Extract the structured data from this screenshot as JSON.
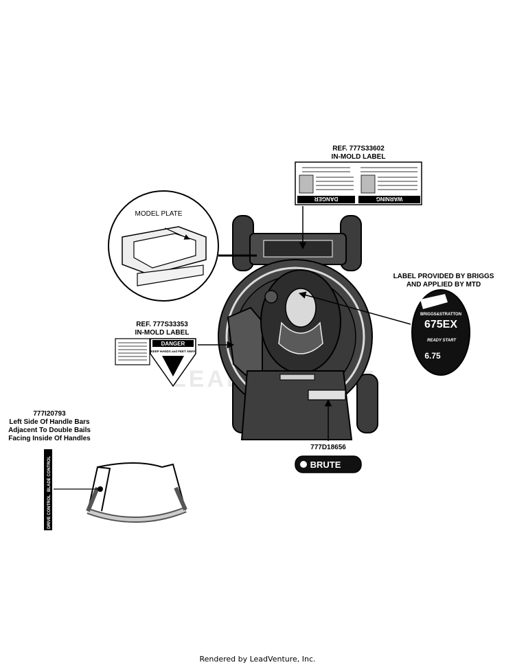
{
  "callouts": {
    "upper_label_ref": "REF. 777S33602",
    "upper_label_type": "IN-MOLD LABEL",
    "model_plate": "MODEL PLATE",
    "briggs_line1": "LABEL PROVIDED BY BRIGGS",
    "briggs_line2": "AND APPLIED BY MTD",
    "left_label_ref": "REF. 777S33353",
    "left_label_type": "IN-MOLD LABEL",
    "handle_part": "777I20793",
    "handle_line1": "Left Side Of Handle Bars",
    "handle_line2": "Adjacent To Double Bails",
    "handle_line3": "Facing Inside Of Handles",
    "brute_part": "777D18656"
  },
  "decals": {
    "danger_title": "DANGER",
    "danger_subtitle": "KEEP HANDS and FEET AWAY",
    "upper_danger": "DANGER",
    "upper_warning": "WARNING",
    "engine_brand": "BRIGGS&STRATTON",
    "engine_model": "675EX",
    "ready_start": "READY START",
    "engine_torque": "6.75",
    "brute_brand": "BRUTE",
    "handle_blade": "BLADE CONTROL",
    "handle_drive": "DRIVE CONTROL"
  },
  "watermark": "LEADVENTURE",
  "footer": "Rendered by LeadVenture, Inc."
}
